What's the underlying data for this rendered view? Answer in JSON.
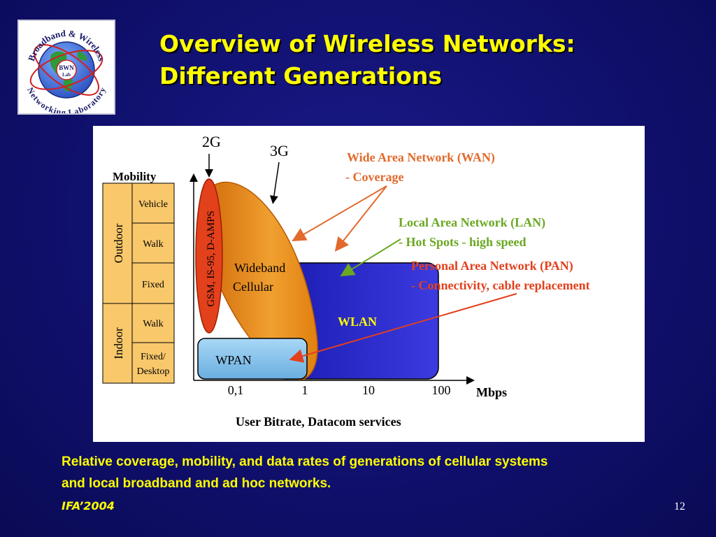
{
  "logo": {
    "top_text": "Broadband & Wireless",
    "bottom_text": "Networking Laboratory",
    "center_text": "BWN",
    "center_sub": "Lab"
  },
  "title": {
    "line1": "Overview of Wireless Networks:",
    "line2": "Different Generations"
  },
  "diagram": {
    "generation_2g": "2G",
    "generation_3g": "3G",
    "mobility_label": "Mobility",
    "outdoor_label": "Outdoor",
    "indoor_label": "Indoor",
    "mobility_levels": [
      "Vehicle",
      "Walk",
      "Fixed",
      "Walk",
      "Fixed/",
      "Desktop"
    ],
    "gsm_label": "GSM, IS-95, D-AMPS",
    "wideband_line1": "Wideband",
    "wideband_line2": "Cellular",
    "wlan_label": "WLAN",
    "wpan_label": "WPAN",
    "x_ticks": [
      "0,1",
      "1",
      "10",
      "100"
    ],
    "x_unit": "Mbps",
    "x_axis_label": "User Bitrate, Datacom services",
    "wan_title": "Wide Area Network (WAN)",
    "wan_sub": "- Coverage",
    "lan_title": "Local Area Network (LAN)",
    "lan_sub": "- Hot Spots - high speed",
    "pan_title": "Personal Area Network (PAN)",
    "pan_sub": "- Connectivity, cable replacement",
    "colors": {
      "wan": "#e26a2c",
      "lan": "#6aa822",
      "pan": "#e3401c",
      "cellular": "#e88a12",
      "wlan": "#2a2acf",
      "wpan": "#8cc8ee",
      "mobility_fill": "#f9c86b"
    }
  },
  "caption": {
    "line1": "Relative coverage, mobility, and data rates of generations of cellular systems",
    "line2": "and local broadband and ad hoc networks."
  },
  "footer": {
    "left": "IFA’2004",
    "page_number": "12"
  }
}
